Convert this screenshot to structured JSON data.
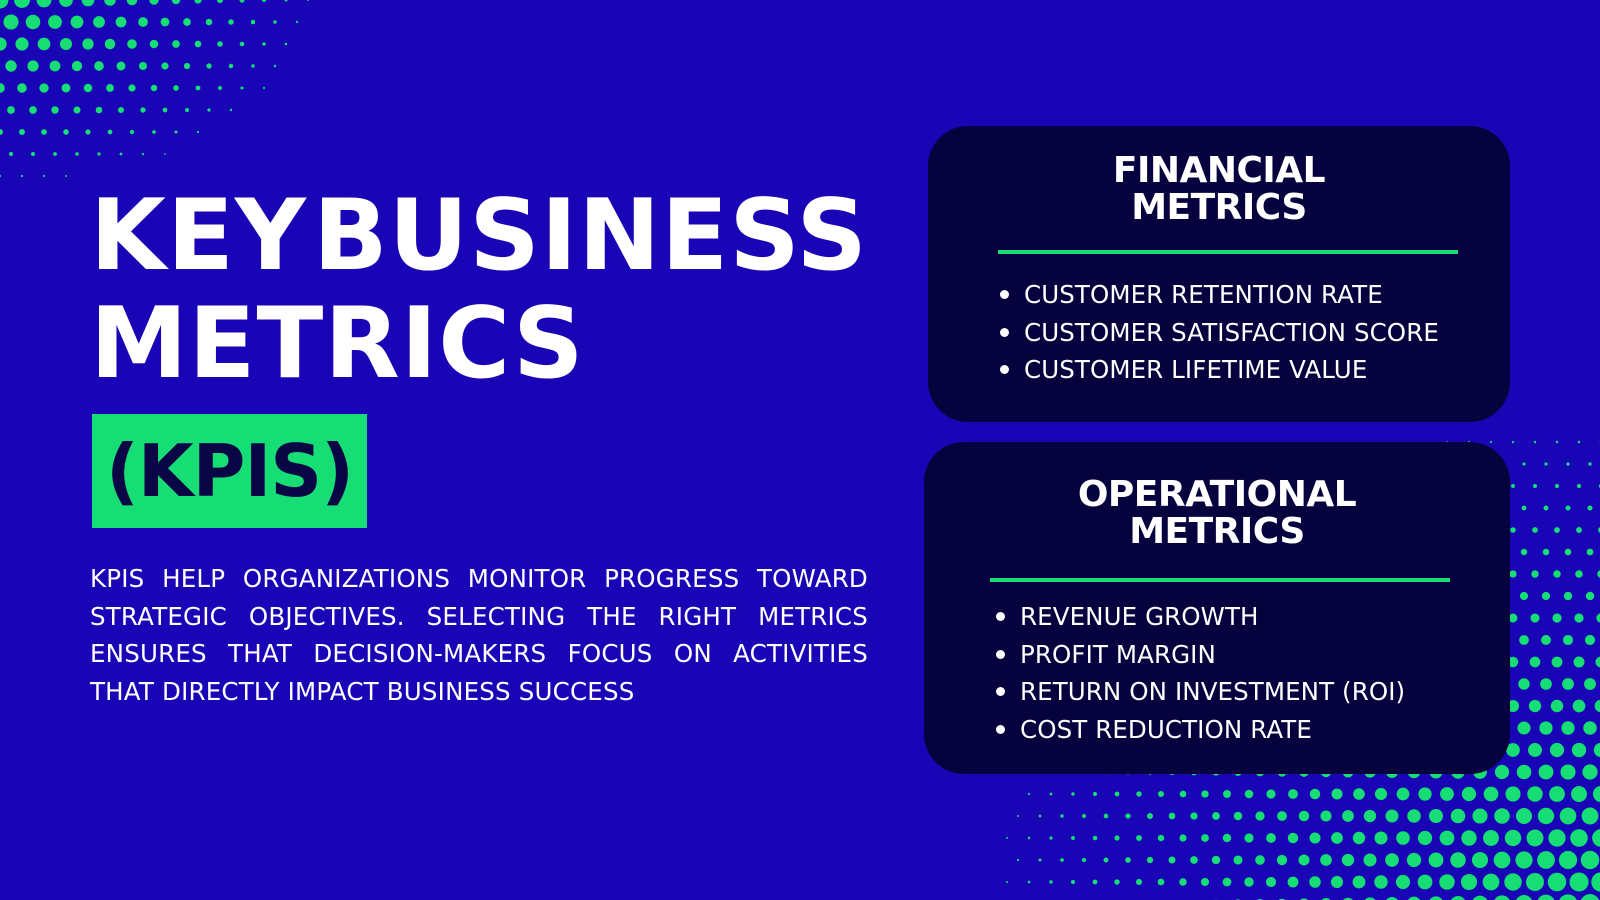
{
  "colors": {
    "background": "#1905b5",
    "accent_green": "#16dd74",
    "card_bg": "#06023d",
    "kpis_text": "#0a0545",
    "text": "#ffffff"
  },
  "title": {
    "line1_word1": "KEY",
    "line1_word2": "BUSINESS",
    "line2": "METRICS"
  },
  "kpis_label": "(KPIS)",
  "description": "KPIS HELP ORGANIZATIONS MONITOR PROGRESS TOWARD STRATEGIC OBJECTIVES. SELECTING THE RIGHT METRICS ENSURES THAT DECISION-MAKERS FOCUS ON ACTIVITIES THAT DIRECTLY IMPACT BUSINESS SUCCESS",
  "cards": [
    {
      "title_line1": "FINANCIAL",
      "title_line2": "METRICS",
      "items": [
        "CUSTOMER RETENTION RATE",
        "CUSTOMER SATISFACTION SCORE",
        "CUSTOMER LIFETIME VALUE"
      ]
    },
    {
      "title_line1": "OPERATIONAL",
      "title_line2": "METRICS",
      "items": [
        "REVENUE GROWTH",
        "PROFIT MARGIN",
        "RETURN ON INVESTMENT (ROI)",
        "COST REDUCTION RATE"
      ]
    }
  ]
}
